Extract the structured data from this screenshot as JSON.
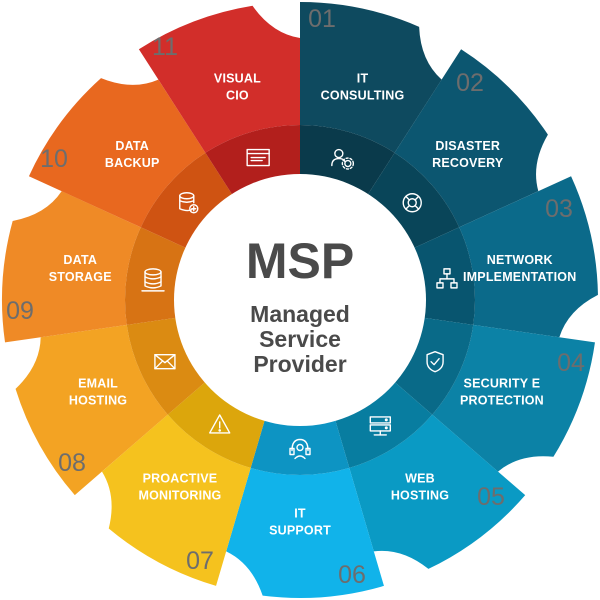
{
  "center": {
    "title": "MSP",
    "subtitle_lines": [
      "Managed",
      "Service",
      "Provider"
    ]
  },
  "segments": [
    {
      "number": "01",
      "label_lines": [
        "IT",
        "CONSULTING"
      ],
      "color": "#0e4a5f",
      "ring_color": "#0a3a4b",
      "icon": "consultant-gear-icon"
    },
    {
      "number": "02",
      "label_lines": [
        "DISASTER",
        "RECOVERY"
      ],
      "color": "#0c5670",
      "ring_color": "#094559",
      "icon": "lifebuoy-icon"
    },
    {
      "number": "03",
      "label_lines": [
        "NETWORK",
        "IMPLEMENTATION"
      ],
      "color": "#0b6a8a",
      "ring_color": "#08556f",
      "icon": "network-icon"
    },
    {
      "number": "04",
      "label_lines": [
        "SECURITY E",
        "PROTECTION"
      ],
      "color": "#0c82a6",
      "ring_color": "#096a88",
      "icon": "shield-check-icon"
    },
    {
      "number": "05",
      "label_lines": [
        "WEB",
        "HOSTING"
      ],
      "color": "#0a9ac4",
      "ring_color": "#087da0",
      "icon": "server-icon"
    },
    {
      "number": "06",
      "label_lines": [
        "IT",
        "SUPPORT"
      ],
      "color": "#11b3ea",
      "ring_color": "#0d94c3",
      "icon": "headset-support-icon"
    },
    {
      "number": "07",
      "label_lines": [
        "PROACTIVE",
        "MONITORING"
      ],
      "color": "#f5c21e",
      "ring_color": "#dca60c",
      "icon": "warning-triangle-icon"
    },
    {
      "number": "08",
      "label_lines": [
        "EMAIL",
        "HOSTING"
      ],
      "color": "#f3a323",
      "ring_color": "#db8b12",
      "icon": "envelope-icon"
    },
    {
      "number": "09",
      "label_lines": [
        "DATA",
        "STORAGE"
      ],
      "color": "#ef8a26",
      "ring_color": "#d77314",
      "icon": "database-stack-icon"
    },
    {
      "number": "10",
      "label_lines": [
        "DATA",
        "BACKUP"
      ],
      "color": "#e8681f",
      "ring_color": "#cf5312",
      "icon": "database-backup-icon"
    },
    {
      "number": "11",
      "label_lines": [
        "VISUAL",
        "CIO"
      ],
      "color": "#d22e2a",
      "ring_color": "#b21f1c",
      "icon": "dashboard-window-icon"
    }
  ]
}
